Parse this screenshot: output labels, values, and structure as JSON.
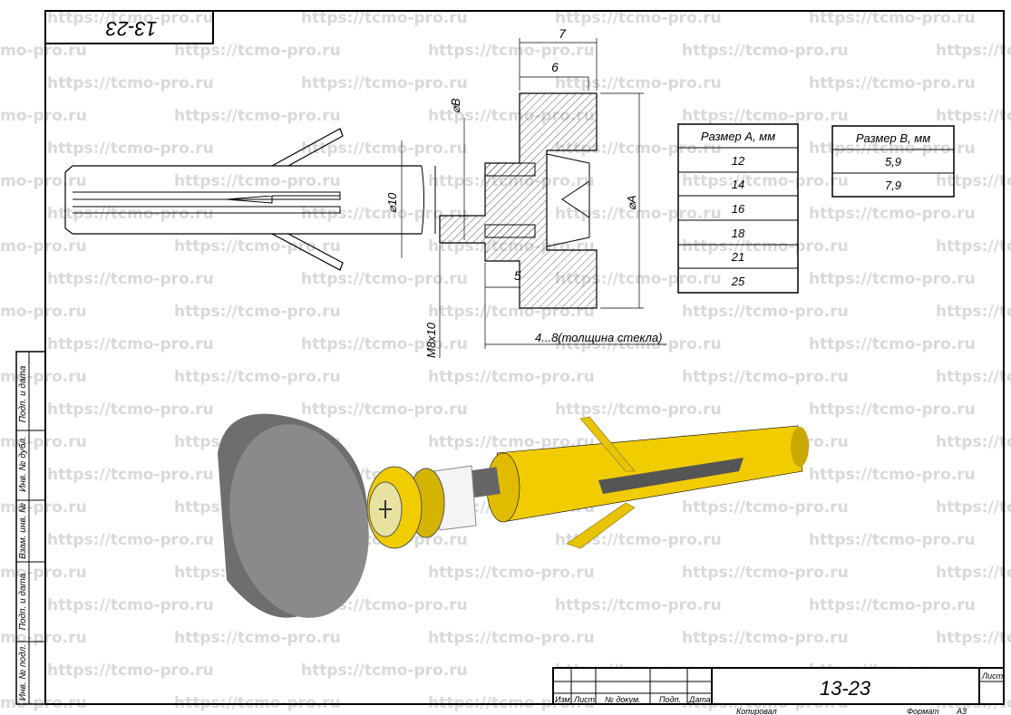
{
  "watermark": "https://tcmo-pro.ru",
  "stamp_top": "13-23",
  "dimensions": {
    "d7": "7",
    "d6": "6",
    "dB": "⌀B",
    "d10": "⌀10",
    "dA": "⌀A",
    "d5": "5",
    "thread": "M8x10",
    "glass": "4...8(толщина стекла)"
  },
  "table_a": {
    "header": "Размер А, мм",
    "rows": [
      "12",
      "14",
      "16",
      "18",
      "21",
      "25"
    ]
  },
  "table_b": {
    "header": "Размер В, мм",
    "rows": [
      "5,9",
      "7,9"
    ]
  },
  "side_stamp": [
    "Подп. и дата",
    "Инв. № дубл.",
    "Взам. инв. №",
    "Подп. и дата",
    "Инв. № подл."
  ],
  "title_block": {
    "designation": "13-23",
    "cols": [
      "Изм.",
      "Лист",
      "№ докум.",
      "Подп.",
      "Дата"
    ],
    "sheet_label": "Лист",
    "copied": "Копировал",
    "format_label": "Формат",
    "format": "А3"
  },
  "colors": {
    "yellow": "#f2d000",
    "gray": "#808080",
    "line": "#000000"
  }
}
